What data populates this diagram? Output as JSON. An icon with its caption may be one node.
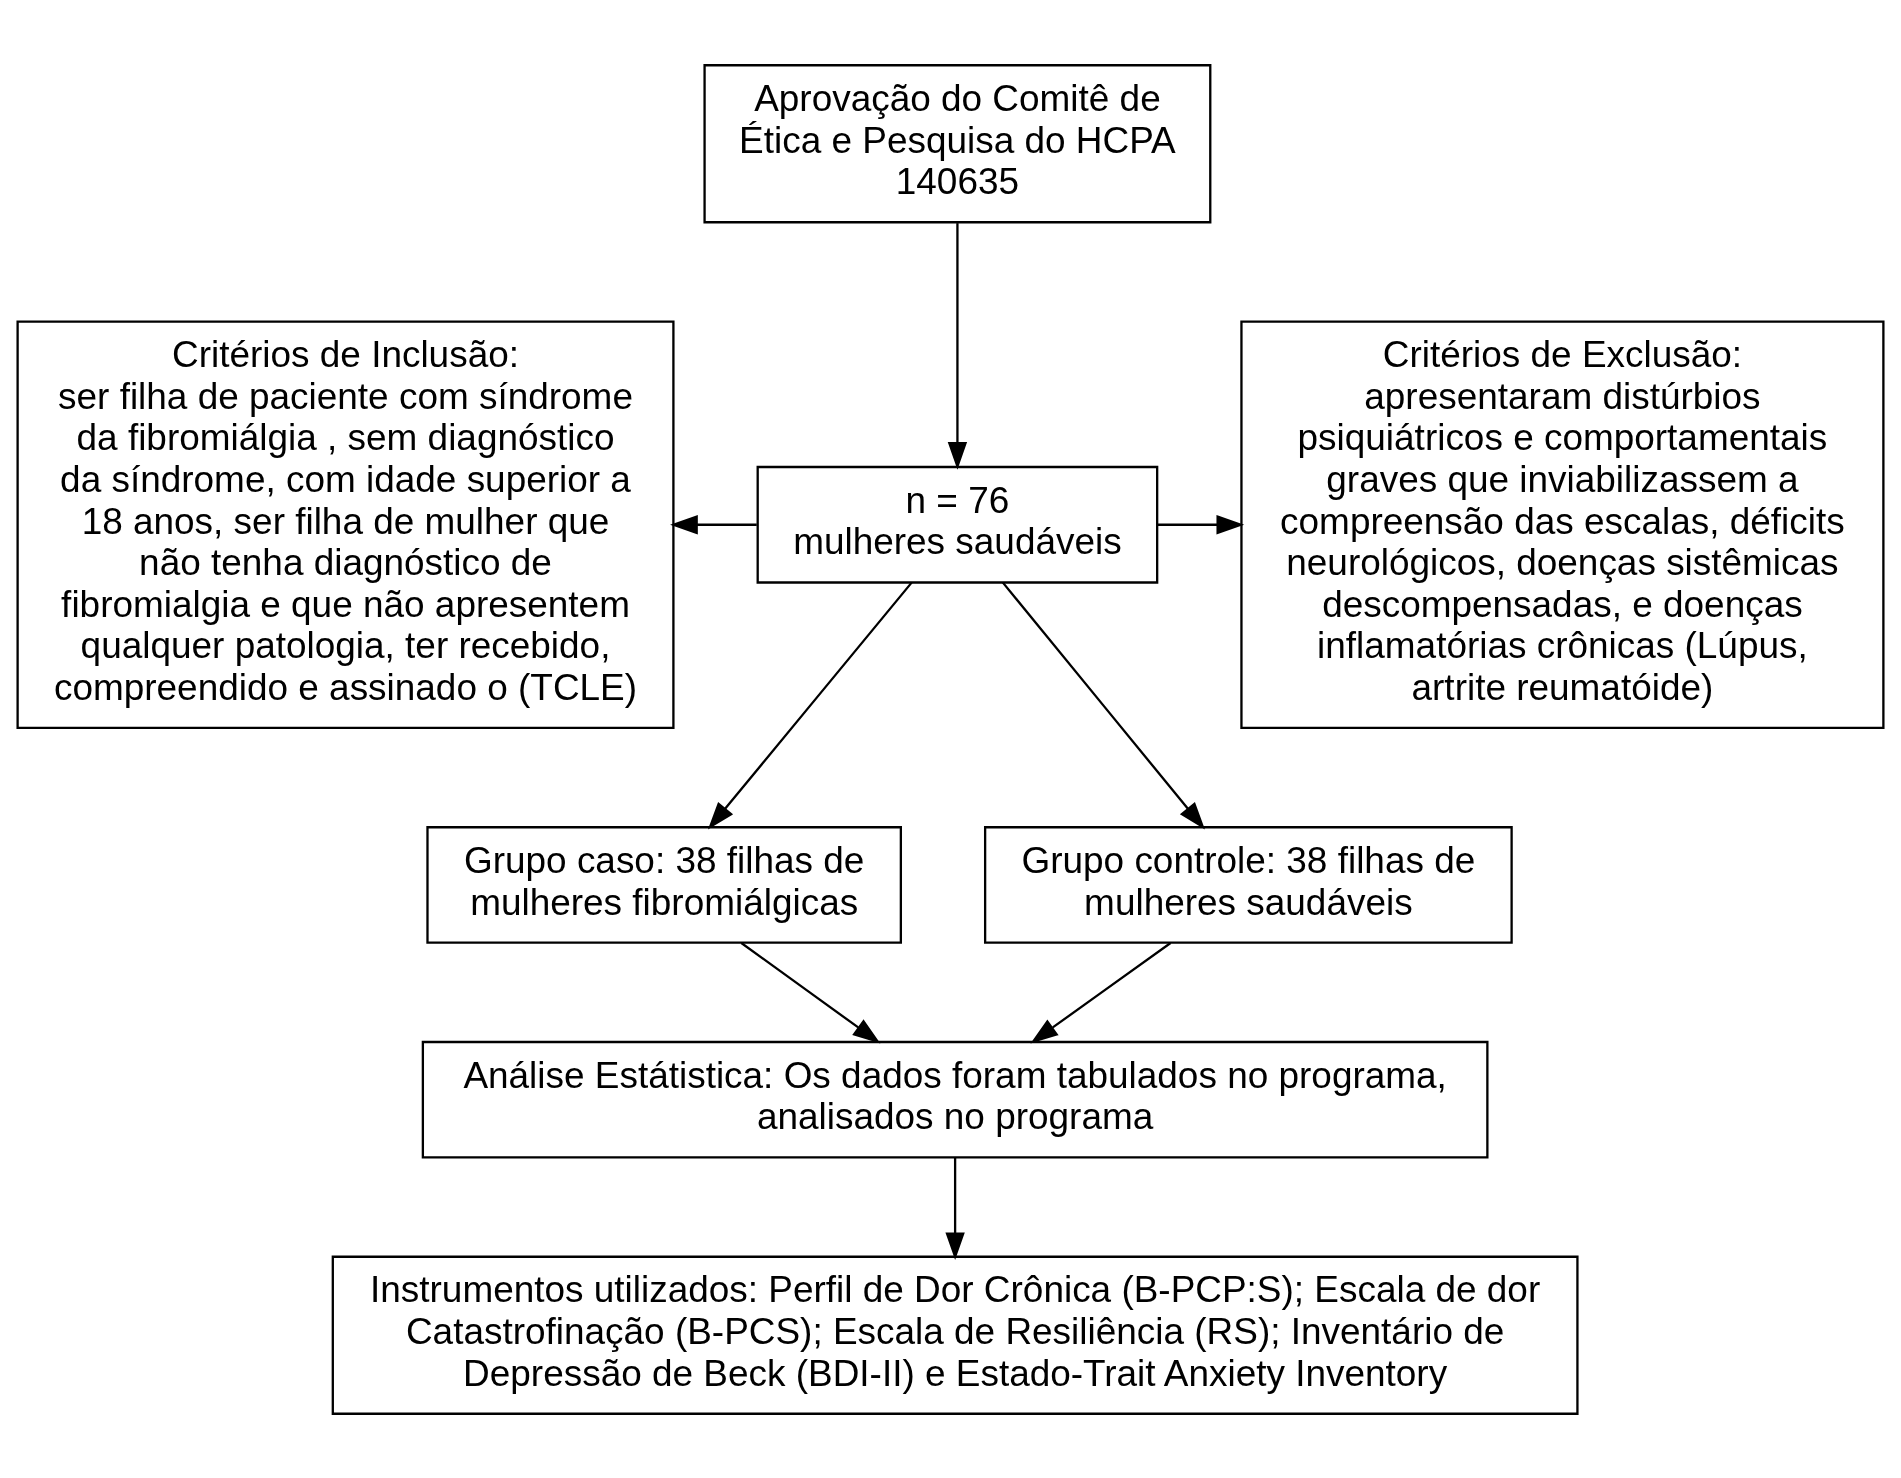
{
  "diagram": {
    "nodes": [
      {
        "text": [
          "Aprovação do Comitê de Ética e Pesquisa do HCPA 140635"
        ]
      },
      {
        "text": [
          "Critérios de Inclusão:",
          "ser filha de paciente com síndrome da fibromiálgia , sem diagnóstico da síndrome, com idade superior a 18 anos, ser filha de mulher que não tenha diagnóstico de fibromialgia e que não apresentem qualquer patologia, ter recebido, compreendido e assinado o (TCLE)"
        ]
      },
      {
        "text": [
          "Critérios de Exclusão:",
          "apresentaram distúrbios psiquiátricos e comportamentais graves que inviabilizassem a compreensão das escalas, déficits neurológicos, doenças sistêmicas descompensadas, e doenças inflamatórias crônicas (Lúpus, artrite reumatóide)"
        ]
      },
      {
        "text": [
          "n = 76",
          "mulheres saudáveis"
        ]
      },
      {
        "text": [
          "Grupo caso: 38 filhas de mulheres fibromiálgicas"
        ]
      },
      {
        "text": [
          "Grupo controle: 38 filhas de mulheres saudáveis"
        ]
      },
      {
        "text": [
          "Análise Estátistica: Os dados foram tabulados no programa, analisados no programa"
        ]
      },
      {
        "text": [
          "Instrumentos utilizados: Perfil de Dor Crônica (B-PCP:S); Escala de dor Catastrofinação (B-PCS); Escala de Resiliência (RS); Inventário de Depressão de Beck (BDI-II) e Estado-Trait Anxiety Inventory"
        ]
      }
    ],
    "edges": [
      {
        "from": 0,
        "to": 3,
        "arrow": "to"
      },
      {
        "from": 3,
        "to": 1,
        "arrow": "to"
      },
      {
        "from": 3,
        "to": 2,
        "arrow": "to"
      },
      {
        "from": 3,
        "to": 4,
        "arrow": "to"
      },
      {
        "from": 3,
        "to": 5,
        "arrow": "to"
      },
      {
        "from": 4,
        "to": 6,
        "arrow": "to"
      },
      {
        "from": 5,
        "to": 6,
        "arrow": "to"
      },
      {
        "from": 6,
        "to": 7,
        "arrow": "to"
      }
    ]
  }
}
